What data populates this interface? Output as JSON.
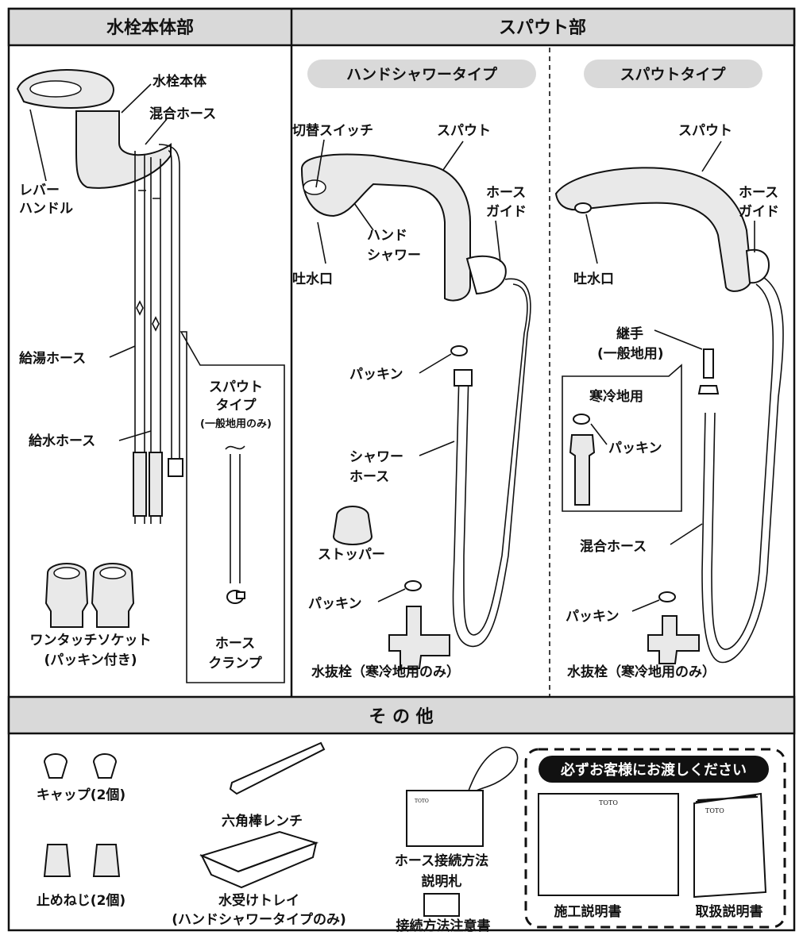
{
  "sections": {
    "faucet_body": "水栓本体部",
    "spout_part": "スパウト部",
    "others": "そ の 他"
  },
  "subsections": {
    "hand_shower_type": "ハンドシャワータイプ",
    "spout_type": "スパウトタイプ"
  },
  "faucet_body": {
    "body": "水栓本体",
    "mixing_hose": "混合ホース",
    "lever_1": "レバー",
    "lever_2": "ハンドル",
    "hot_hose": "給湯ホース",
    "cold_hose": "給水ホース",
    "callout_1": "スパウト",
    "callout_2": "タイプ",
    "callout_3": "(一般地用のみ)",
    "hose_clamp_1": "ホース",
    "hose_clamp_2": "クランプ",
    "socket_1": "ワンタッチソケット",
    "socket_2": "(パッキン付き)"
  },
  "hand_shower": {
    "switch": "切替スイッチ",
    "spout": "スパウト",
    "guide_1": "ホース",
    "guide_2": "ガイド",
    "hand_1": "ハンド",
    "hand_2": "シャワー",
    "outlet": "吐水口",
    "packing": "パッキン",
    "shower_hose_1": "シャワー",
    "shower_hose_2": "ホース",
    "stopper": "ストッパー",
    "packing2": "パッキン",
    "drain": "水抜栓（寒冷地用のみ）"
  },
  "spout_type": {
    "spout": "スパウト",
    "guide_1": "ホース",
    "guide_2": "ガイド",
    "outlet": "吐水口",
    "joint_1": "継手",
    "joint_2": "(一般地用)",
    "cold_region": "寒冷地用",
    "packing": "パッキン",
    "mixing_hose": "混合ホース",
    "packing2": "パッキン",
    "drain": "水抜栓（寒冷地用のみ）"
  },
  "others": {
    "cap": "キャップ(2個)",
    "plug_screw": "止めねじ(2個)",
    "hex_wrench": "六角棒レンチ",
    "tray_1": "水受けトレイ",
    "tray_2": "(ハンドシャワータイプのみ)",
    "tag_1": "ホース接続方法",
    "tag_2": "説明札",
    "caution": "接続方法注意書",
    "please_hand": "必ずお客様にお渡しください",
    "install_manual": "施工説明書",
    "user_manual": "取扱説明書",
    "brand": "TOTO"
  }
}
